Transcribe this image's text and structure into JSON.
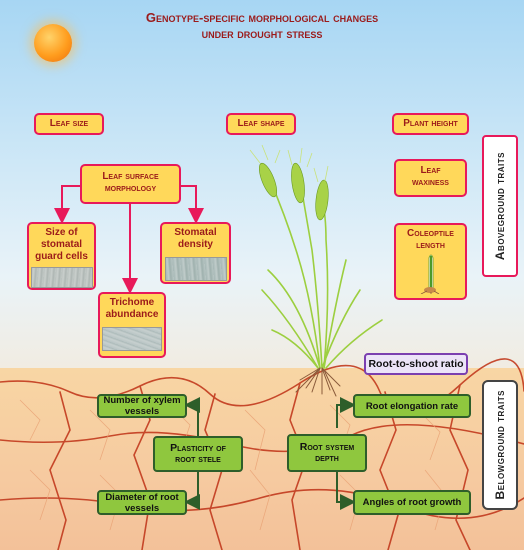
{
  "title": {
    "line1": "Genotype-specific morphological changes",
    "line2": "under drought stress"
  },
  "above": {
    "leaf_size": "Leaf size",
    "leaf_shape": "Leaf shape",
    "plant_height": "Plant height",
    "leaf_surface_1": "Leaf surface",
    "leaf_surface_2": "morphology",
    "leaf_waxiness_1": "Leaf",
    "leaf_waxiness_2": "waxiness",
    "coleoptile_1": "Coleoptile",
    "coleoptile_2": "length",
    "stomatal_size": "Size of stomatal guard cells",
    "stomatal_density": "Stomatal density",
    "trichome": "Trichome abundance"
  },
  "side_labels": {
    "above": "Aboveground traits",
    "below": "Belowground traits"
  },
  "root_to_shoot": "Root-to-shoot ratio",
  "below": {
    "xylem_vessels": "Number of xylem vessels",
    "root_stele_1": "Plasticity of",
    "root_stele_2": "root stele",
    "root_vessels": "Diameter of root vessels",
    "root_depth_1": "Root system",
    "root_depth_2": "depth",
    "root_elongation": "Root elongation rate",
    "root_angles": "Angles of root growth"
  },
  "colors": {
    "title": "#9b1a1a",
    "yellow_box": "#ffd85a",
    "box_border": "#e8195a",
    "green_box": "#8fc73e",
    "green_border": "#2e5e2a",
    "purple": "#7b3fb0"
  }
}
